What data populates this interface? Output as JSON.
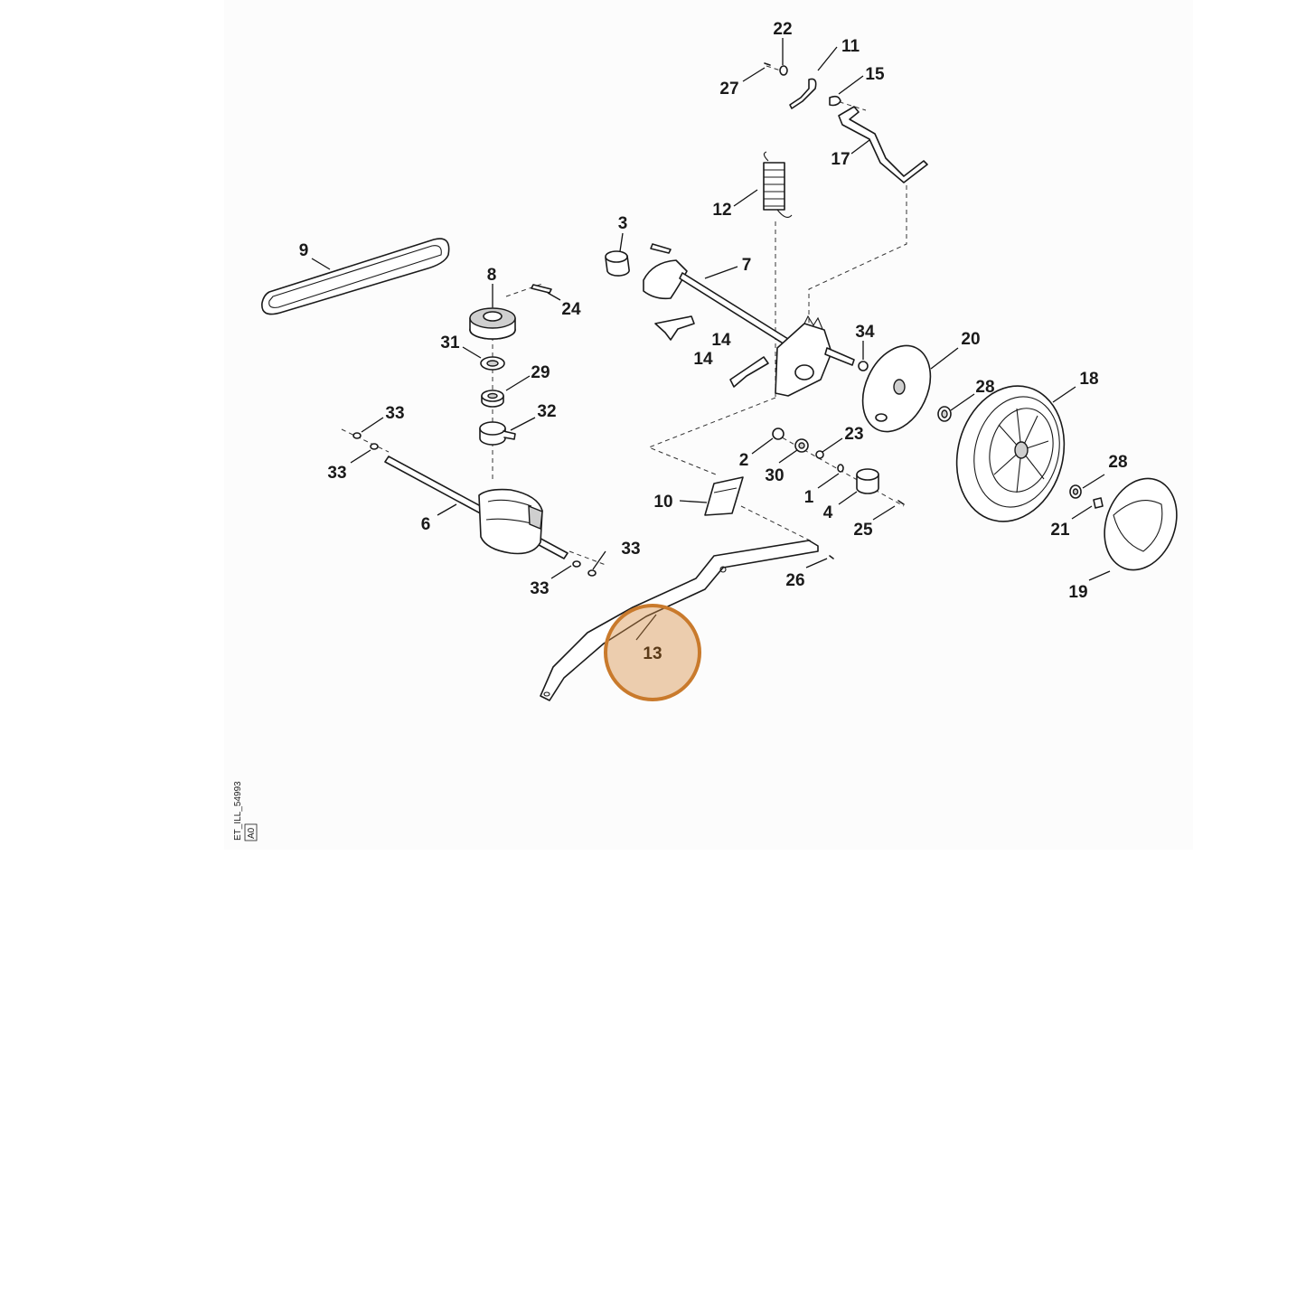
{
  "diagram": {
    "highlight": {
      "label": "13",
      "color": "#c97a2c"
    },
    "callouts": {
      "p22": "22",
      "p11": "11",
      "p27": "27",
      "p15": "15",
      "p17": "17",
      "p12": "12",
      "p3": "3",
      "p7": "7",
      "p9": "9",
      "p8": "8",
      "p24": "24",
      "p31": "31",
      "p29": "29",
      "p32": "32",
      "p33a": "33",
      "p33b": "33",
      "p33c": "33",
      "p33d": "33",
      "p6": "6",
      "p34": "34",
      "p14a": "14",
      "p14b": "14",
      "p20": "20",
      "p28a": "28",
      "p18": "18",
      "p23": "23",
      "p2": "2",
      "p30": "30",
      "p1": "1",
      "p4": "4",
      "p10": "10",
      "p25": "25",
      "p28b": "28",
      "p21": "21",
      "p26": "26",
      "p19": "19"
    },
    "reference": {
      "code": "ET_ILL_54993",
      "revision": "A0"
    }
  }
}
